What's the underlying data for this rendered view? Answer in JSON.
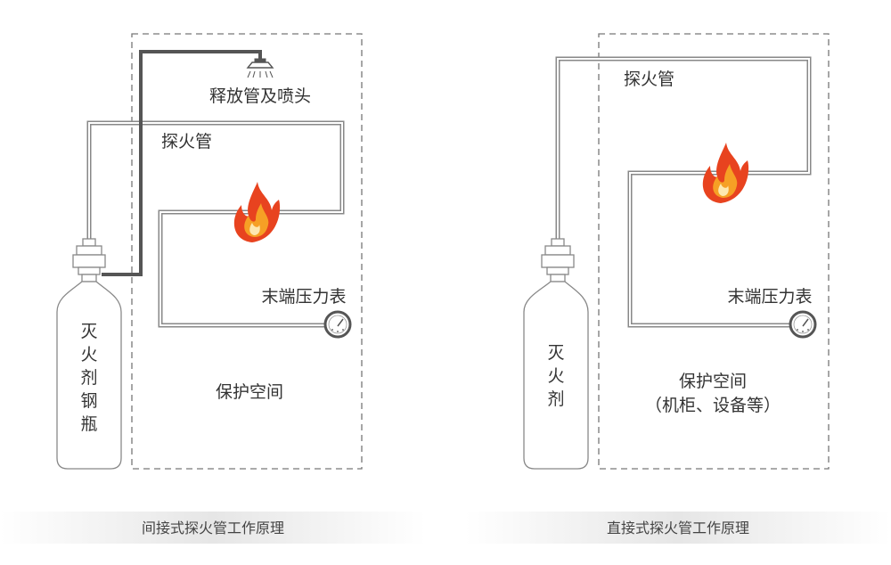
{
  "left": {
    "caption": "间接式探火管工作原理",
    "release_label": "释放管及喷头",
    "probe_label": "探火管",
    "gauge_label": "末端压力表",
    "space_label": "保护空间",
    "cylinder_chars": [
      "灭",
      "火",
      "剂",
      "钢",
      "瓶"
    ]
  },
  "right": {
    "caption": "直接式探火管工作原理",
    "probe_label": "探火管",
    "gauge_label": "末端压力表",
    "space_label": "保护空间",
    "space_sub": "（机柜、设备等）",
    "cylinder_chars": [
      "灭",
      "火",
      "剂"
    ]
  },
  "colors": {
    "outline": "#888888",
    "release_pipe": "#555555",
    "flame_outer": "#e8431f",
    "flame_inner": "#f6a025"
  }
}
